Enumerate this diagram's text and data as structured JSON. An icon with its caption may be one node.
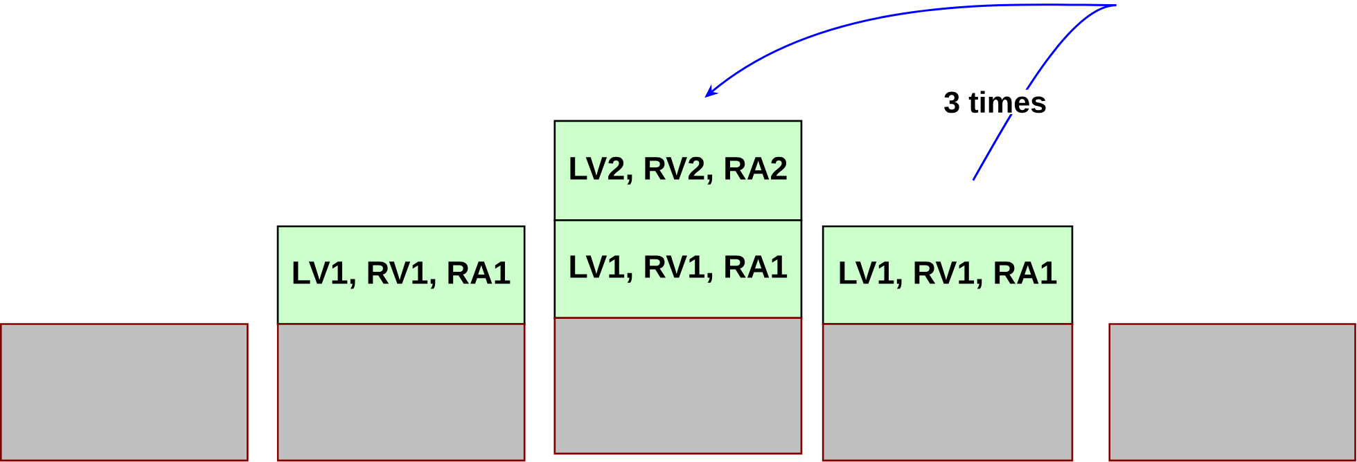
{
  "diagram": {
    "nodes": [
      {
        "text": [],
        "shape": "box"
      },
      {
        "text": [
          "LV1, RV1, RA1"
        ]
      },
      {
        "text": [],
        "shape": "box"
      },
      {
        "text": [
          "LV2, RV2, RA2"
        ]
      },
      {
        "text": [
          "LV1, RV1, RA1"
        ]
      },
      {
        "text": [],
        "shape": "box"
      },
      {
        "text": [
          "LV1, RV1, RA1"
        ]
      },
      {
        "text": [],
        "shape": "box"
      },
      {
        "text": [],
        "shape": "box"
      }
    ],
    "edges": [
      {
        "from": 6,
        "to": 3,
        "arrow": "to",
        "label": "3 times",
        "color": "#0000ff"
      }
    ]
  }
}
